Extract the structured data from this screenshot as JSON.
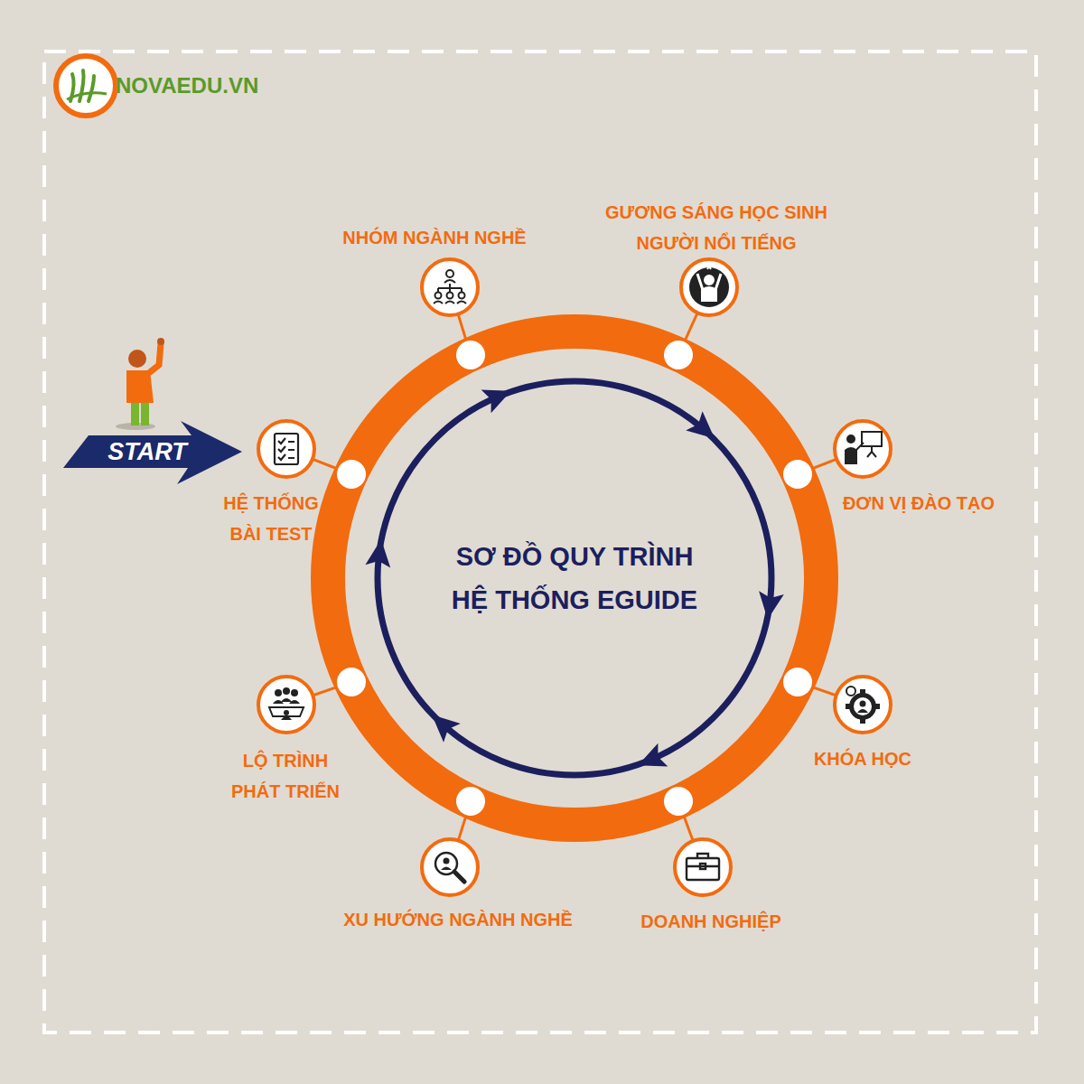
{
  "diagram": {
    "title": "SƠ ĐỒ QUY TRÌNH HỆ THỐNG EGUIDE",
    "nodes": [
      {
        "text": [
          "HỆ THỐNG BÀI TEST"
        ]
      },
      {
        "text": [
          "NHÓM NGÀNH NGHỀ"
        ]
      },
      {
        "text": [
          "GƯƠNG SÁNG HỌC SINH NGƯỜI NỔI TIẾNG"
        ]
      },
      {
        "text": [
          "ĐƠN VỊ ĐÀO TẠO"
        ]
      },
      {
        "text": [
          "KHÓA HỌC"
        ]
      },
      {
        "text": [
          "DOANH NGHIỆP"
        ]
      },
      {
        "text": [
          "XU HƯỚNG NGÀNH NGHỀ"
        ]
      },
      {
        "text": [
          "LỘ TRÌNH PHÁT TRIỂN"
        ]
      }
    ],
    "labels": [
      "NOVAEDU.VN",
      "START"
    ]
  }
}
